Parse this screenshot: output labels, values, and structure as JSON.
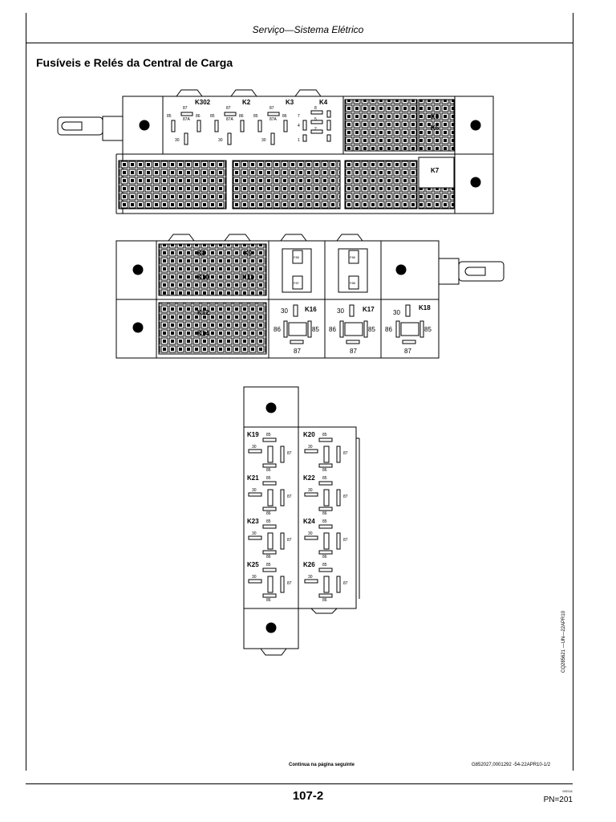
{
  "header": {
    "section": "Serviço—Sistema Elétrico"
  },
  "title": "Fusíveis e Relés da Central de Carga",
  "relays_top": {
    "k302": "K302",
    "k2": "K2",
    "k3": "K3",
    "k4": "K4",
    "k5": "K5",
    "k6": "K6",
    "k7": "K7",
    "pins": {
      "p87": "87",
      "p85": "85",
      "p86": "86",
      "p87a": "87A",
      "p30": "30",
      "p7": "7",
      "p8": "8",
      "p5": "5",
      "p4": "4",
      "p2": "2",
      "p1": "1"
    }
  },
  "relays_middle": {
    "k8": "K8",
    "k9": "K9",
    "k10": "K10",
    "k11": "K11",
    "k12": "K12",
    "k14": "K14",
    "k16": "K16",
    "k17": "K17",
    "k18": "K18",
    "f85": "F85",
    "f86": "F86",
    "f87": "F87",
    "f88": "F88",
    "pins": {
      "p30": "30",
      "p85": "85",
      "p86": "86",
      "p87": "87"
    }
  },
  "relays_bottom": {
    "labels": [
      "K19",
      "K20",
      "K21",
      "K22",
      "K23",
      "K24",
      "K25",
      "K26"
    ],
    "pins": {
      "p85": "85",
      "p30": "30",
      "p86": "86",
      "p87": "87"
    }
  },
  "footer": {
    "continues": "Continua na página seguinte",
    "ref_code": "G852027,0001292 -54-22APR10-1/2",
    "figure_code": "CQ285621 —UN—22APR10",
    "page": "107-2",
    "small_code": "092111",
    "pn": "PN=201"
  }
}
